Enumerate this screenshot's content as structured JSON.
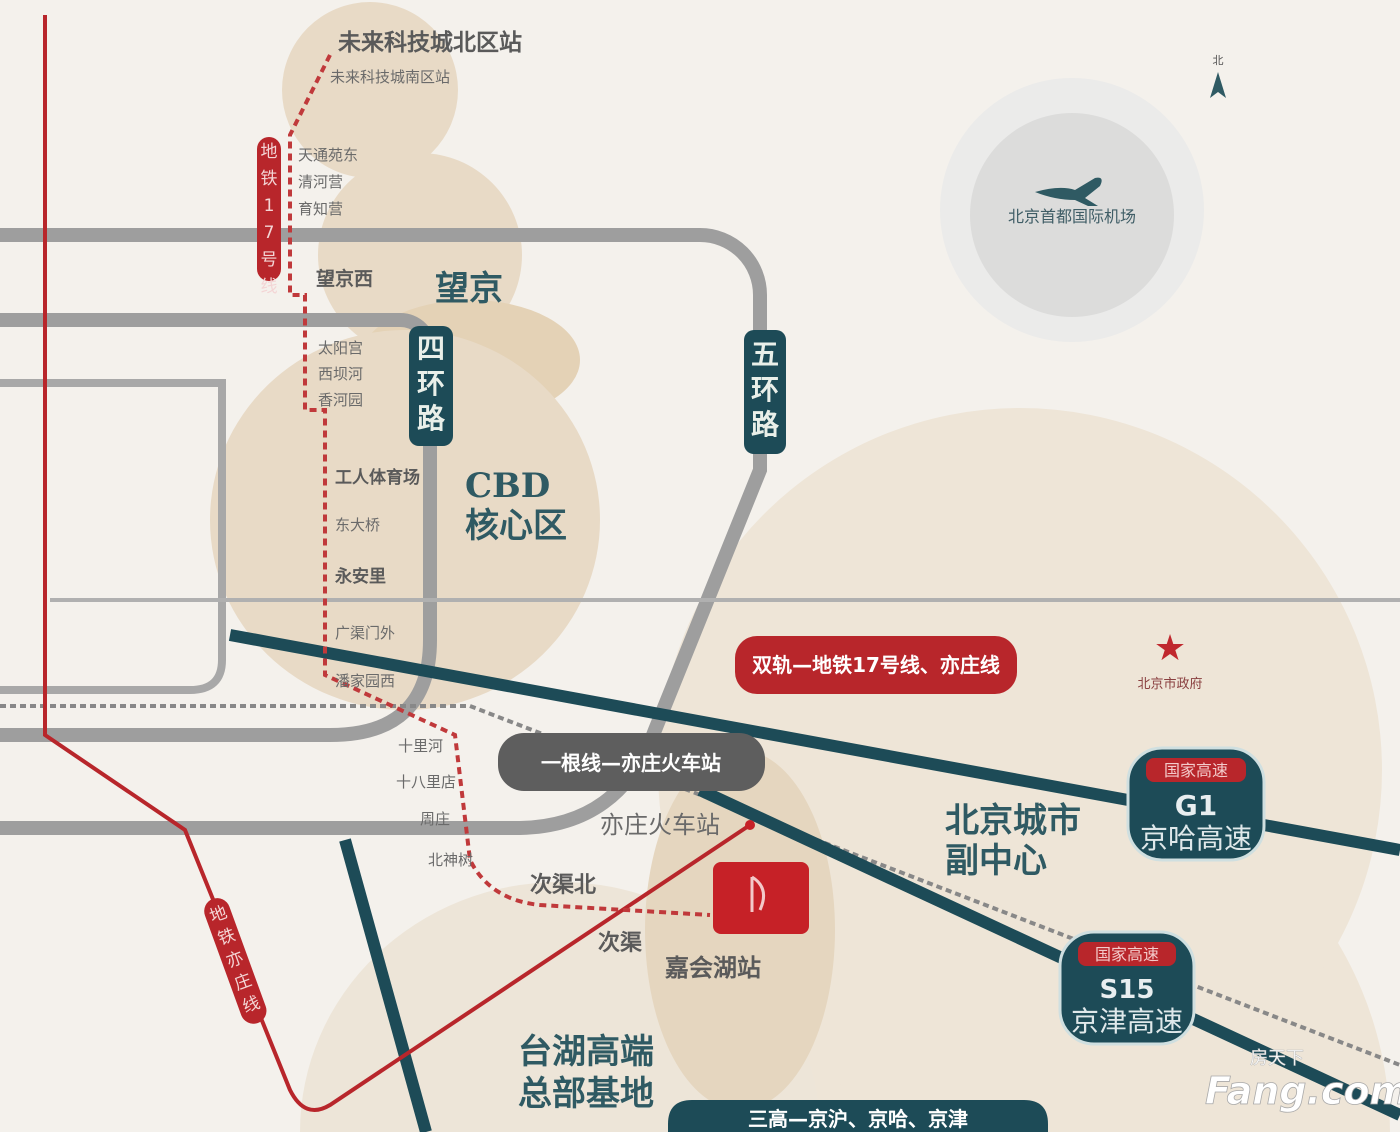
{
  "title": "区位交通图",
  "colors": {
    "background": "#f4f1ec",
    "circle": "#e9dcc8",
    "ring_road": "#9e9e9e",
    "highway": "#1d4b57",
    "metro_red": "#b8262b"
  },
  "stations": {
    "north": "未来科技城北区站",
    "south": "未来科技城南区站",
    "s1": "天通苑东",
    "s2": "清河营",
    "s3": "育知营",
    "wangjingxi": "望京西",
    "s5": "太阳宫",
    "s6": "西坝河",
    "s7": "香河园",
    "s8": "工人体育场",
    "s9": "东大桥",
    "s10": "永安里",
    "s11": "广渠门外",
    "s12": "潘家园西",
    "s13": "十里河",
    "s14": "十八里店",
    "s15": "周庄",
    "s16": "北神树",
    "ciqubei": "次渠北",
    "ciqu": "次渠",
    "jiahuihu": "嘉会湖站",
    "yizhuang_rail": "亦庄火车站"
  },
  "areas": {
    "wangjing": "望京",
    "cbd_1": "CBD",
    "cbd_2": "核心区",
    "subcenter_1": "北京城市",
    "subcenter_2": "副中心",
    "taihu_1": "台湖高端",
    "taihu_2": "总部基地",
    "airport": "北京首都国际机场",
    "gov": "北京市政府"
  },
  "roads": {
    "ring4": "四环路",
    "ring5": "五环路",
    "g1_tag": "国家高速",
    "g1_code": "G1",
    "g1_name": "京哈高速",
    "s15_tag": "国家高速",
    "s15_code": "S15",
    "s15_name": "京津高速"
  },
  "lines": {
    "line17": "地铁17号线",
    "yizhuang": "地铁亦庄线",
    "dual_rail": "双轨—地铁17号线、亦庄线",
    "one_line": "一根线—亦庄火车站",
    "three_highways": "三高—京沪、京哈、京津"
  },
  "compass": "北",
  "watermark": {
    "cn": "房天下",
    "en": "Fang.com"
  }
}
